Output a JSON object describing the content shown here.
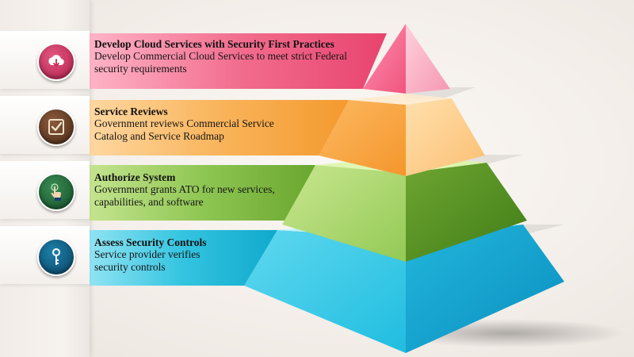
{
  "layers": [
    {
      "title": "Develop Cloud Services with Security First Practices",
      "description": "Develop Commercial Cloud Services to meet strict Federal security requirements",
      "icon": "cloud-download-icon",
      "color": "#e8446e"
    },
    {
      "title": "Service Reviews",
      "description": "Government reviews Commercial Service Catalog and Service Roadmap",
      "icon": "checkbox-icon",
      "color": "#f5a23a"
    },
    {
      "title": "Authorize System",
      "description": "Government grants ATO for new services, capabilities, and software",
      "icon": "finger-touch-icon",
      "color": "#7bb83a"
    },
    {
      "title": "Assess Security Controls",
      "description": "Service provider verifies security controls",
      "icon": "key-icon",
      "color": "#19b6d6"
    }
  ]
}
